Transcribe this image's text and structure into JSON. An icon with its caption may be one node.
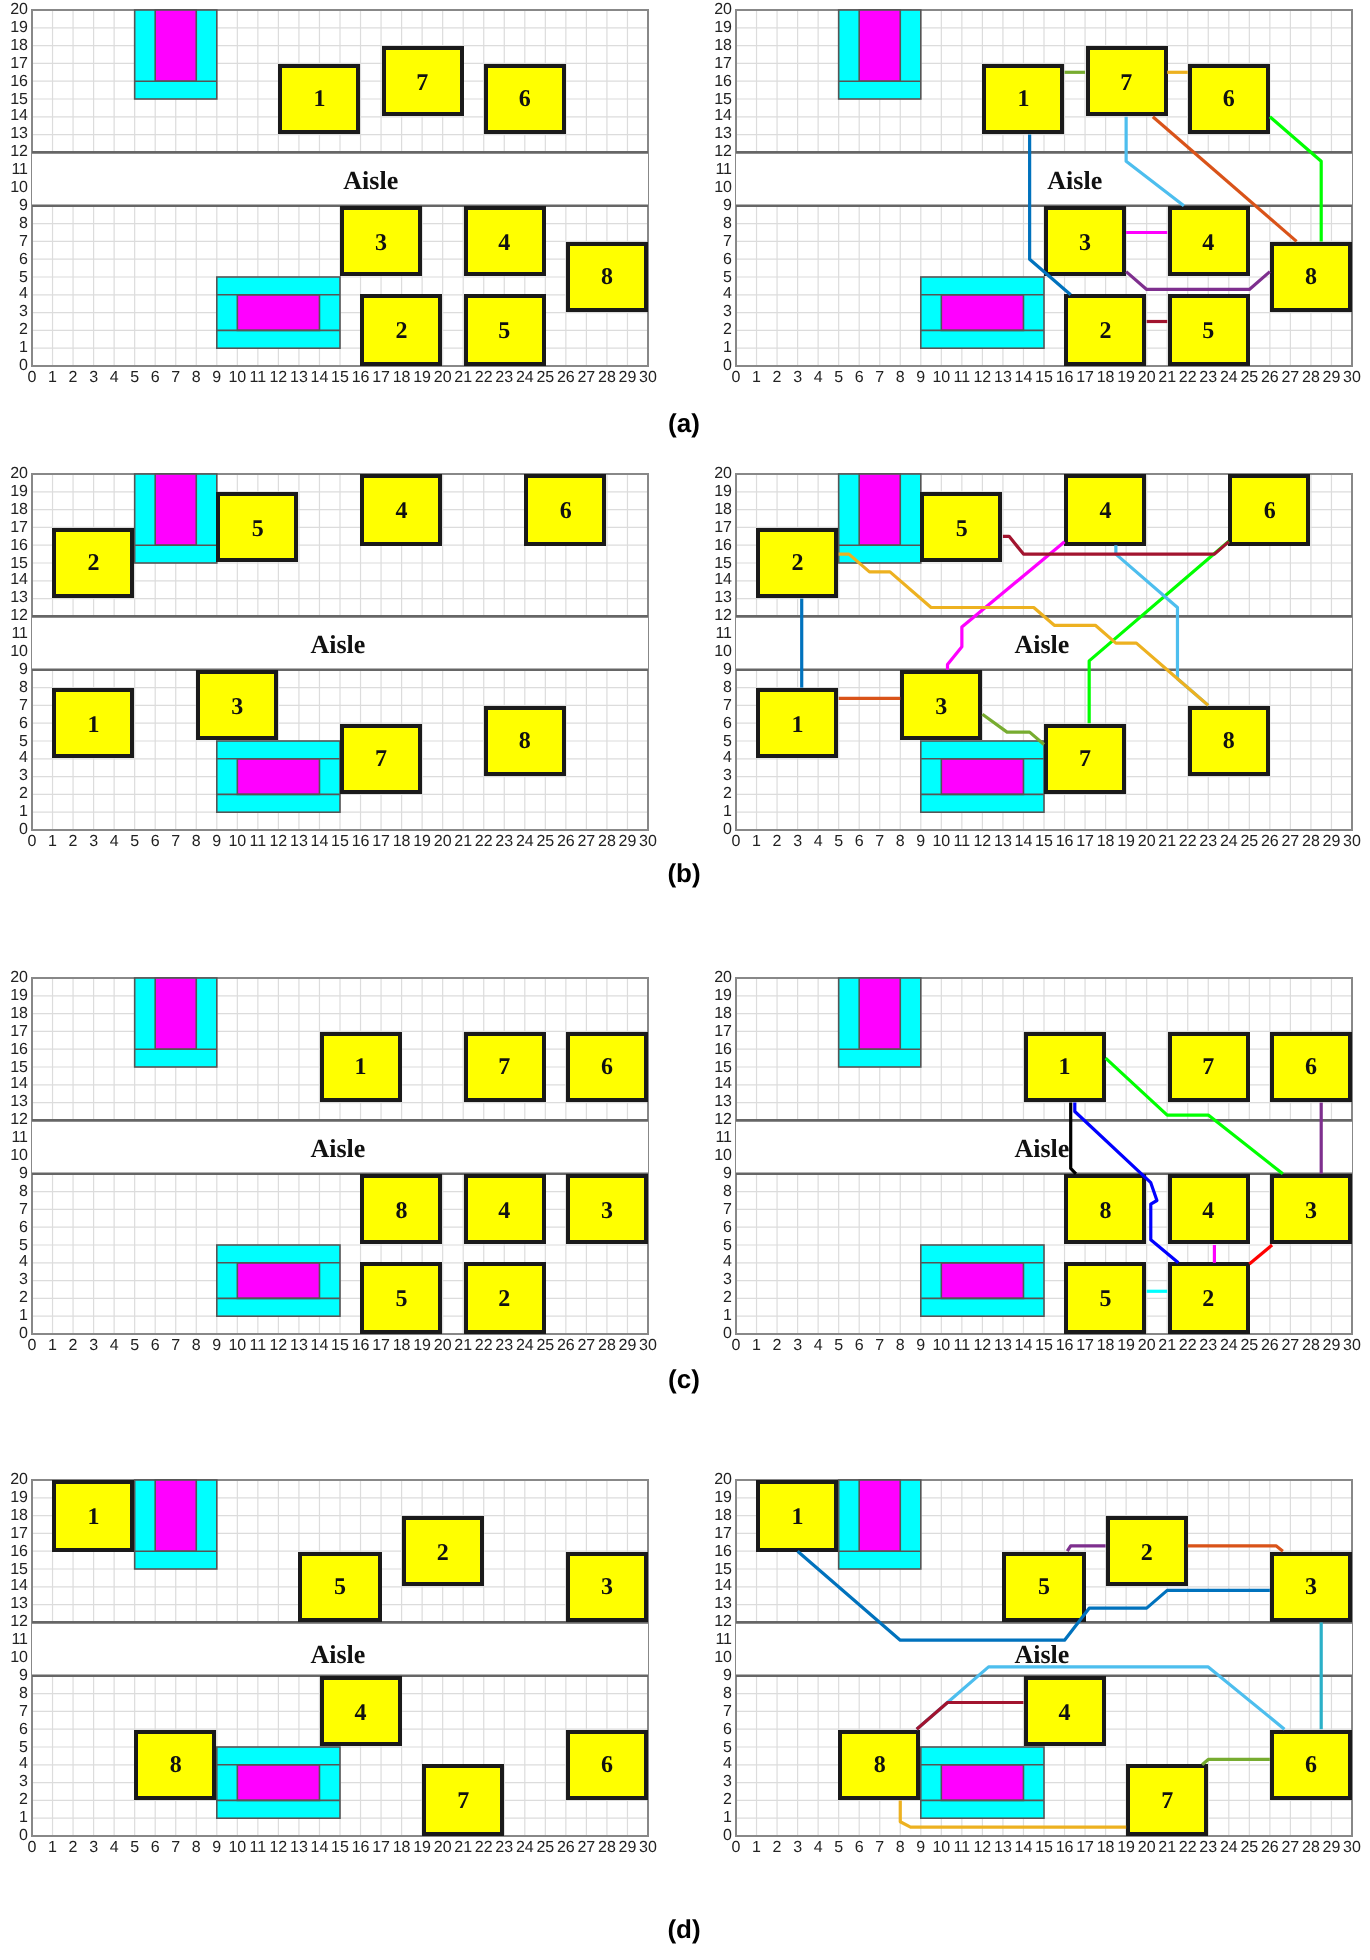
{
  "diagram": {
    "nodes": [
      {
        "text": [
          "1"
        ]
      },
      {
        "text": [
          "7"
        ]
      },
      {
        "text": [
          "6"
        ]
      },
      {
        "text": [
          "3"
        ]
      },
      {
        "text": [
          "4"
        ]
      },
      {
        "text": [
          "8"
        ]
      },
      {
        "text": [
          "2"
        ]
      },
      {
        "text": [
          "5"
        ]
      },
      {
        "text": [
          "1"
        ]
      },
      {
        "text": [
          "7"
        ]
      },
      {
        "text": [
          "6"
        ]
      },
      {
        "text": [
          "3"
        ]
      },
      {
        "text": [
          "4"
        ]
      },
      {
        "text": [
          "8"
        ]
      },
      {
        "text": [
          "2"
        ]
      },
      {
        "text": [
          "5"
        ]
      },
      {
        "text": [
          "2"
        ]
      },
      {
        "text": [
          "5"
        ]
      },
      {
        "text": [
          "4"
        ]
      },
      {
        "text": [
          "6"
        ]
      },
      {
        "text": [
          "1"
        ]
      },
      {
        "text": [
          "3"
        ]
      },
      {
        "text": [
          "7"
        ]
      },
      {
        "text": [
          "8"
        ]
      },
      {
        "text": [
          "2"
        ]
      },
      {
        "text": [
          "5"
        ]
      },
      {
        "text": [
          "4"
        ]
      },
      {
        "text": [
          "6"
        ]
      },
      {
        "text": [
          "1"
        ]
      },
      {
        "text": [
          "3"
        ]
      },
      {
        "text": [
          "7"
        ]
      },
      {
        "text": [
          "8"
        ]
      },
      {
        "text": [
          "1"
        ]
      },
      {
        "text": [
          "7"
        ]
      },
      {
        "text": [
          "6"
        ]
      },
      {
        "text": [
          "8"
        ]
      },
      {
        "text": [
          "4"
        ]
      },
      {
        "text": [
          "3"
        ]
      },
      {
        "text": [
          "5"
        ]
      },
      {
        "text": [
          "2"
        ]
      },
      {
        "text": [
          "1"
        ]
      },
      {
        "text": [
          "7"
        ]
      },
      {
        "text": [
          "6"
        ]
      },
      {
        "text": [
          "8"
        ]
      },
      {
        "text": [
          "4"
        ]
      },
      {
        "text": [
          "3"
        ]
      },
      {
        "text": [
          "5"
        ]
      },
      {
        "text": [
          "2"
        ]
      },
      {
        "text": [
          "1"
        ]
      },
      {
        "text": [
          "5"
        ]
      },
      {
        "text": [
          "2"
        ]
      },
      {
        "text": [
          "3"
        ]
      },
      {
        "text": [
          "8"
        ]
      },
      {
        "text": [
          "4"
        ]
      },
      {
        "text": [
          "7"
        ]
      },
      {
        "text": [
          "6"
        ]
      },
      {
        "text": [
          "1"
        ]
      },
      {
        "text": [
          "5"
        ]
      },
      {
        "text": [
          "2"
        ]
      },
      {
        "text": [
          "3"
        ]
      },
      {
        "text": [
          "8"
        ]
      },
      {
        "text": [
          "4"
        ]
      },
      {
        "text": [
          "7"
        ]
      },
      {
        "text": [
          "6"
        ]
      }
    ],
    "edges": [
      {
        "from": 8,
        "to": 14,
        "arrow": "none",
        "color": "#0072bd"
      },
      {
        "from": 8,
        "to": 9,
        "arrow": "none",
        "color": "#77ac30"
      },
      {
        "from": 9,
        "to": 10,
        "arrow": "none",
        "color": "#edb120"
      },
      {
        "from": 10,
        "to": 13,
        "arrow": "none",
        "color": "#00ff00"
      },
      {
        "from": 9,
        "to": 12,
        "arrow": "none",
        "color": "#4dbeee"
      },
      {
        "from": 9,
        "to": 13,
        "arrow": "none",
        "color": "#d95319"
      },
      {
        "from": 11,
        "to": 12,
        "arrow": "none",
        "color": "#ff00ff"
      },
      {
        "from": 11,
        "to": 13,
        "arrow": "none",
        "color": "#7e2f8e"
      },
      {
        "from": 14,
        "to": 15,
        "arrow": "none",
        "color": "#a2142f"
      },
      {
        "from": 24,
        "to": 28,
        "arrow": "none",
        "color": "#0072bd"
      },
      {
        "from": 28,
        "to": 29,
        "arrow": "none",
        "color": "#d95319"
      },
      {
        "from": 29,
        "to": 30,
        "arrow": "none",
        "color": "#77ac30"
      },
      {
        "from": 30,
        "to": 27,
        "arrow": "none",
        "color": "#00ff00"
      },
      {
        "from": 29,
        "to": 26,
        "arrow": "none",
        "color": "#ff00ff"
      },
      {
        "from": 26,
        "to": 31,
        "arrow": "none",
        "color": "#4dbeee"
      },
      {
        "from": 24,
        "to": 31,
        "arrow": "none",
        "color": "#edb120"
      },
      {
        "from": 25,
        "to": 27,
        "arrow": "none",
        "color": "#a2142f"
      },
      {
        "from": 40,
        "to": 47,
        "arrow": "none",
        "color": "#0000ff"
      },
      {
        "from": 40,
        "to": 43,
        "arrow": "none",
        "color": "#000000"
      },
      {
        "from": 40,
        "to": 45,
        "arrow": "none",
        "color": "#00ff00"
      },
      {
        "from": 42,
        "to": 45,
        "arrow": "none",
        "color": "#7e2f8e"
      },
      {
        "from": 45,
        "to": 47,
        "arrow": "none",
        "color": "#ff0000"
      },
      {
        "from": 44,
        "to": 47,
        "arrow": "none",
        "color": "#ff00ff"
      },
      {
        "from": 46,
        "to": 47,
        "arrow": "none",
        "color": "#00ffff"
      },
      {
        "from": 56,
        "to": 59,
        "arrow": "none",
        "color": "#0072bd"
      },
      {
        "from": 57,
        "to": 58,
        "arrow": "none",
        "color": "#7e2f8e"
      },
      {
        "from": 58,
        "to": 59,
        "arrow": "none",
        "color": "#d95319"
      },
      {
        "from": 59,
        "to": 63,
        "arrow": "none",
        "color": "#2ab0c8"
      },
      {
        "from": 60,
        "to": 63,
        "arrow": "none",
        "color": "#4dbeee"
      },
      {
        "from": 60,
        "to": 61,
        "arrow": "none",
        "color": "#a2142f"
      },
      {
        "from": 60,
        "to": 62,
        "arrow": "none",
        "color": "#edb120"
      },
      {
        "from": 62,
        "to": 63,
        "arrow": "none",
        "color": "#77ac30"
      }
    ],
    "labels": [
      "20",
      "19",
      "18",
      "17",
      "16",
      "15",
      "14",
      "13",
      "12",
      "11",
      "10",
      "9",
      "8",
      "7",
      "6",
      "5",
      "4",
      "3",
      "2",
      "1",
      "0",
      "Aisle",
      "0",
      "1",
      "2",
      "3",
      "4",
      "5",
      "6",
      "7",
      "8",
      "9",
      "10",
      "11",
      "12",
      "13",
      "14",
      "15",
      "16",
      "17",
      "18",
      "19",
      "20",
      "21",
      "22",
      "23",
      "24",
      "25",
      "26",
      "27",
      "28",
      "29",
      "30",
      "20",
      "19",
      "18",
      "17",
      "16",
      "15",
      "14",
      "13",
      "12",
      "11",
      "10",
      "9",
      "8",
      "7",
      "6",
      "5",
      "4",
      "3",
      "2",
      "1",
      "0",
      "Aisle",
      "0",
      "1",
      "2",
      "3",
      "4",
      "5",
      "6",
      "7",
      "8",
      "9",
      "10",
      "11",
      "12",
      "13",
      "14",
      "15",
      "16",
      "17",
      "18",
      "19",
      "20",
      "21",
      "22",
      "23",
      "24",
      "25",
      "26",
      "27",
      "28",
      "29",
      "30",
      "(a)",
      "20",
      "19",
      "18",
      "17",
      "16",
      "15",
      "14",
      "13",
      "12",
      "11",
      "10",
      "9",
      "8",
      "7",
      "6",
      "5",
      "4",
      "3",
      "2",
      "1",
      "0",
      "Aisle",
      "0",
      "1",
      "2",
      "3",
      "4",
      "5",
      "6",
      "7",
      "8",
      "9",
      "10",
      "11",
      "12",
      "13",
      "14",
      "15",
      "16",
      "17",
      "18",
      "19",
      "20",
      "21",
      "22",
      "23",
      "24",
      "25",
      "26",
      "27",
      "28",
      "29",
      "30",
      "20",
      "19",
      "18",
      "17",
      "16",
      "15",
      "14",
      "13",
      "12",
      "11",
      "10",
      "9",
      "8",
      "7",
      "6",
      "5",
      "4",
      "3",
      "2",
      "1",
      "0",
      "Aisle",
      "0",
      "1",
      "2",
      "3",
      "4",
      "5",
      "6",
      "7",
      "8",
      "9",
      "10",
      "11",
      "12",
      "13",
      "14",
      "15",
      "16",
      "17",
      "18",
      "19",
      "20",
      "21",
      "22",
      "23",
      "24",
      "25",
      "26",
      "27",
      "28",
      "29",
      "30",
      "(b)",
      "20",
      "19",
      "18",
      "17",
      "16",
      "15",
      "14",
      "13",
      "12",
      "11",
      "10",
      "9",
      "8",
      "7",
      "6",
      "5",
      "4",
      "3",
      "2",
      "1",
      "0",
      "Aisle",
      "0",
      "1",
      "2",
      "3",
      "4",
      "5",
      "6",
      "7",
      "8",
      "9",
      "10",
      "11",
      "12",
      "13",
      "14",
      "15",
      "16",
      "17",
      "18",
      "19",
      "20",
      "21",
      "22",
      "23",
      "24",
      "25",
      "26",
      "27",
      "28",
      "29",
      "30",
      "20",
      "19",
      "18",
      "17",
      "16",
      "15",
      "14",
      "13",
      "12",
      "11",
      "10",
      "9",
      "8",
      "7",
      "6",
      "5",
      "4",
      "3",
      "2",
      "1",
      "0",
      "Aisle",
      "0",
      "1",
      "2",
      "3",
      "4",
      "5",
      "6",
      "7",
      "8",
      "9",
      "10",
      "11",
      "12",
      "13",
      "14",
      "15",
      "16",
      "17",
      "18",
      "19",
      "20",
      "21",
      "22",
      "23",
      "24",
      "25",
      "26",
      "27",
      "28",
      "29",
      "30",
      "(c)",
      "20",
      "19",
      "18",
      "17",
      "16",
      "15",
      "14",
      "13",
      "12",
      "11",
      "10",
      "9",
      "8",
      "7",
      "6",
      "5",
      "4",
      "3",
      "2",
      "1",
      "0",
      "Aisle",
      "0",
      "1",
      "2",
      "3",
      "4",
      "5",
      "6",
      "7",
      "8",
      "9",
      "10",
      "11",
      "12",
      "13",
      "14",
      "15",
      "16",
      "17",
      "18",
      "19",
      "20",
      "21",
      "22",
      "23",
      "24",
      "25",
      "26",
      "27",
      "28",
      "29",
      "30",
      "20",
      "19",
      "18",
      "17",
      "16",
      "15",
      "14",
      "13",
      "12",
      "11",
      "10",
      "9",
      "8",
      "7",
      "6",
      "5",
      "4",
      "3",
      "2",
      "1",
      "0",
      "Aisle",
      "0",
      "1",
      "2",
      "3",
      "4",
      "5",
      "6",
      "7",
      "8",
      "9",
      "10",
      "11",
      "12",
      "13",
      "14",
      "15",
      "16",
      "17",
      "18",
      "19",
      "20",
      "21",
      "22",
      "23",
      "24",
      "25",
      "26",
      "27",
      "28",
      "29",
      "30",
      "(d)"
    ]
  }
}
